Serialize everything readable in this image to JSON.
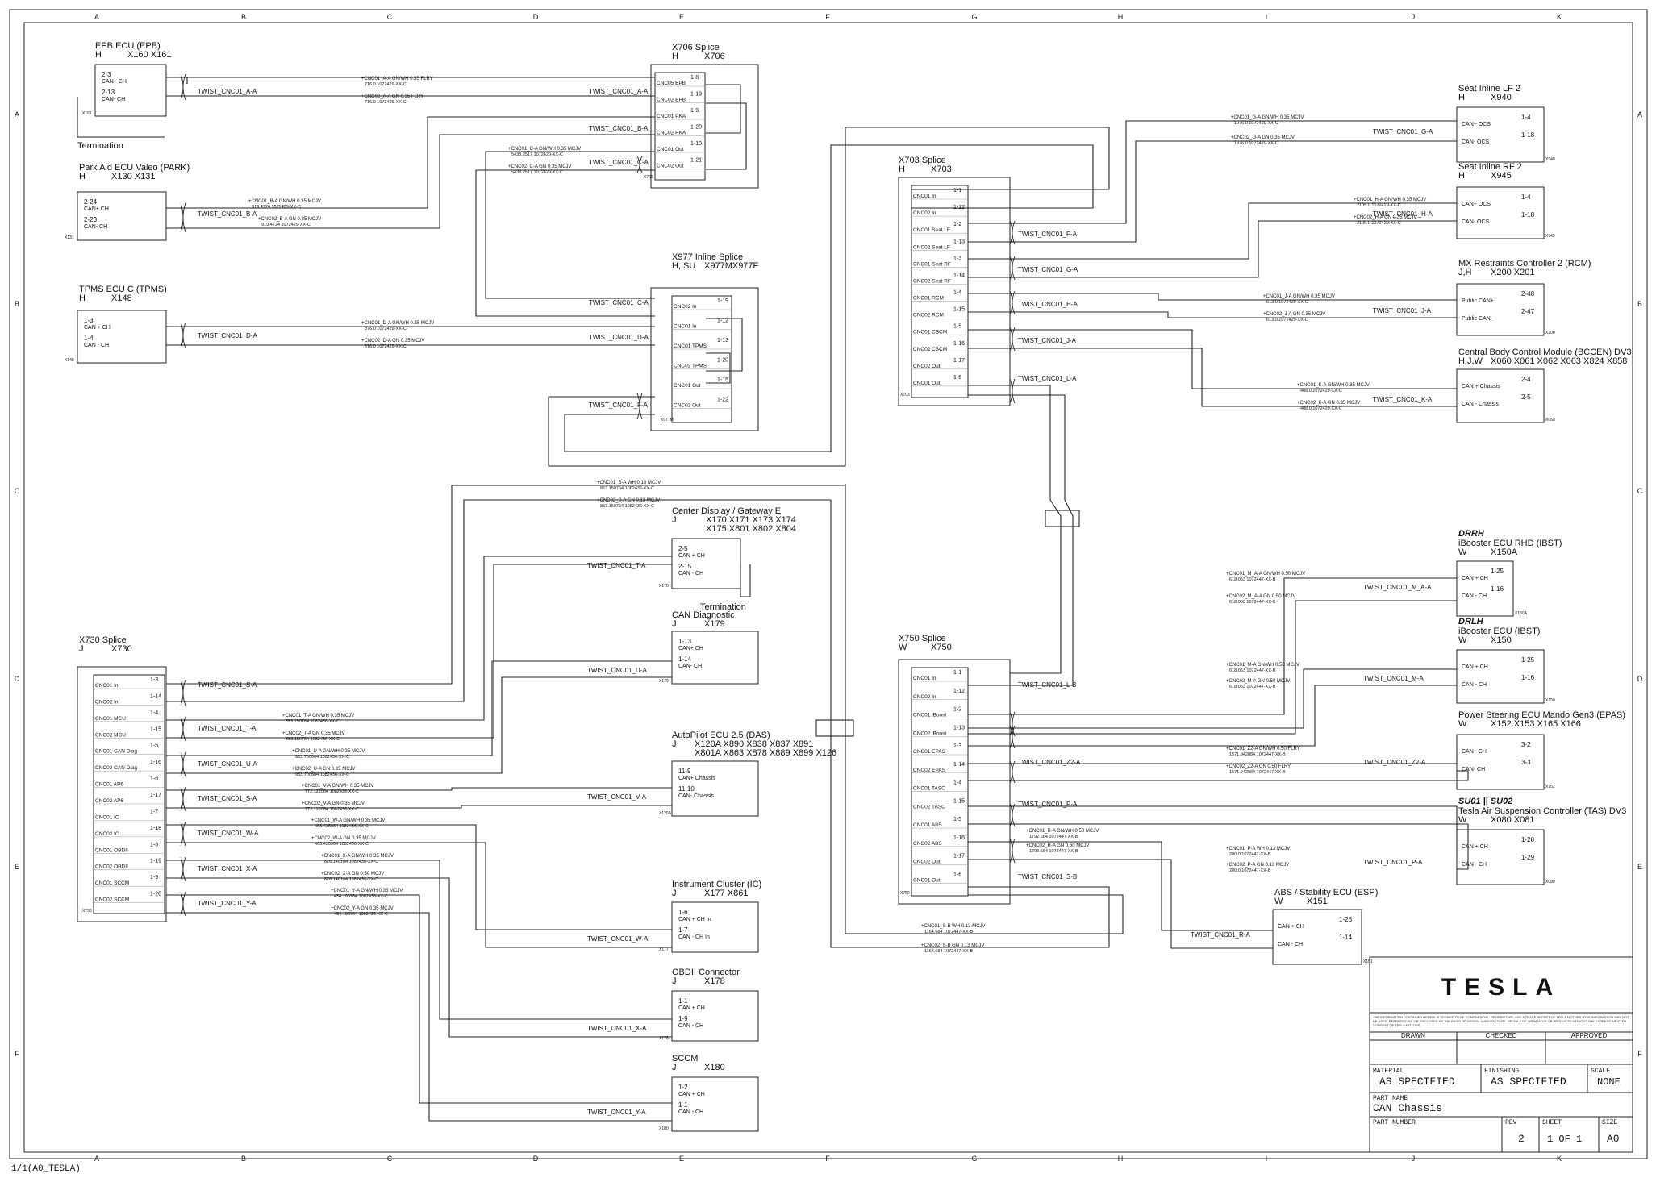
{
  "border": {
    "columns": [
      "A",
      "B",
      "C",
      "D",
      "E",
      "F",
      "G",
      "H",
      "I",
      "J",
      "K"
    ],
    "rows": [
      "A",
      "B",
      "C",
      "D",
      "E",
      "F"
    ],
    "footer_left": "1/1(A0_TESLA)"
  },
  "modules": [
    {
      "title": "EPB ECU (EPB)",
      "prefix": "H",
      "conn": "X160   X161",
      "pins": [
        [
          "2-3",
          "CAN+ CH"
        ],
        [
          "2-13",
          "CAN- CH"
        ]
      ],
      "conn_tag": "X161",
      "twist": "TWIST_CNC01_A-A"
    },
    {
      "title": "Park Aid ECU Valeo (PARK)",
      "prefix": "H",
      "conn": "X130   X131",
      "pins": [
        [
          "2-24",
          "CAN+ CH"
        ],
        [
          "2-23",
          "CAN- CH"
        ]
      ],
      "conn_tag": "X131",
      "twist": "TWIST_CNC01_B-A"
    },
    {
      "title": "TPMS ECU C (TPMS)",
      "prefix": "H",
      "conn": "X148",
      "pins": [
        [
          "1-3",
          "CAN + CH"
        ],
        [
          "1-4",
          "CAN - CH"
        ]
      ],
      "conn_tag": "X148",
      "twist": "TWIST_CNC01_D-A"
    },
    {
      "title": "Center Display / Gateway E",
      "prefix": "J",
      "conn": "X170  X171  X173  X174\nX175  X801  X802  X804",
      "pins": [
        [
          "2-5",
          "CAN + CH"
        ],
        [
          "2-15",
          "CAN - CH"
        ]
      ],
      "conn_tag": "X170",
      "twist": "TWIST_CNC01_T-A"
    },
    {
      "title": "CAN Diagnostic",
      "prefix": "J",
      "conn": "X179",
      "pins": [
        [
          "1-13",
          "CAN+ CH"
        ],
        [
          "1-14",
          "CAN- CH"
        ]
      ],
      "conn_tag": "X179",
      "twist": "TWIST_CNC01_U-A"
    },
    {
      "title": "AutoPilot ECU 2.5 (DAS)",
      "prefix": "J",
      "conn": "X120A X890  X838  X837  X891\nX801A X863  X878  X889  X899  X126",
      "pins": [
        [
          "11-9",
          "CAN+ Chassis"
        ],
        [
          "11-10",
          "CAN- Chassis"
        ]
      ],
      "conn_tag": "X120A",
      "twist": "TWIST_CNC01_V-A"
    },
    {
      "title": "Instrument Cluster (IC)",
      "prefix": "J",
      "conn": "X177   X861",
      "pins": [
        [
          "1-6",
          "CAN + CH In"
        ],
        [
          "1-7",
          "CAN - CH In"
        ]
      ],
      "conn_tag": "X177",
      "twist": "TWIST_CNC01_W-A"
    },
    {
      "title": "OBDII Connector",
      "prefix": "J",
      "conn": "X178",
      "pins": [
        [
          "1-1",
          "CAN + CH"
        ],
        [
          "1-9",
          "CAN - CH"
        ]
      ],
      "conn_tag": "X178",
      "twist": "TWIST_CNC01_X-A"
    },
    {
      "title": "SCCM",
      "prefix": "J",
      "conn": "X180",
      "pins": [
        [
          "1-2",
          "CAN + CH"
        ],
        [
          "1-1",
          "CAN - CH"
        ]
      ],
      "conn_tag": "X180",
      "twist": "TWIST_CNC01_Y-A"
    },
    {
      "title": "Seat Inline LF 2",
      "prefix": "H",
      "conn": "X940",
      "pins": [
        [
          "1-4",
          "CAN+ OCS"
        ],
        [
          "1-18",
          "CAN- OCS"
        ]
      ],
      "conn_tag": "X940",
      "twist": "TWIST_CNC01_G-A"
    },
    {
      "title": "Seat Inline RF 2",
      "prefix": "H",
      "conn": "X945",
      "pins": [
        [
          "1-4",
          "CAN+ OCS"
        ],
        [
          "1-18",
          "CAN- OCS"
        ]
      ],
      "conn_tag": "X945",
      "twist": "TWIST_CNC01_H-A"
    },
    {
      "title": "MX Restraints Controller 2 (RCM)",
      "prefix": "J,H",
      "conn": "X200   X201",
      "pins": [
        [
          "2-48",
          "Public CAN+"
        ],
        [
          "2-47",
          "Public CAN-"
        ]
      ],
      "conn_tag": "X200",
      "twist": "TWIST_CNC01_J-A"
    },
    {
      "title": "Central Body Control Module (BCCEN) DV3",
      "prefix": "H,J,W",
      "conn": "X060  X061  X062  X063  X824  X858",
      "pins": [
        [
          "2-4",
          "CAN + Chassis"
        ],
        [
          "2-5",
          "CAN - Chassis"
        ]
      ],
      "conn_tag": "X060",
      "twist": "TWIST_CNC01_K-A"
    },
    {
      "title": "iBooster ECU RHD (IBST)",
      "tag": "DRRH",
      "prefix": "W",
      "conn": "X150A",
      "pins": [
        [
          "1-25",
          "CAN + CH"
        ],
        [
          "1-16",
          "CAN - CH"
        ]
      ],
      "conn_tag": "X150A",
      "twist": "TWIST_CNC01_M_A-A"
    },
    {
      "title": "iBooster ECU (IBST)",
      "tag": "DRLH",
      "prefix": "W",
      "conn": "X150",
      "pins": [
        [
          "1-25",
          "CAN + CH"
        ],
        [
          "1-16",
          "CAN - CH"
        ]
      ],
      "conn_tag": "X150",
      "twist": "TWIST_CNC01_M-A"
    },
    {
      "title": "Power Steering ECU Mando Gen3 (EPAS)",
      "prefix": "W",
      "conn": "X152  X153  X165  X166",
      "pins": [
        [
          "3-2",
          "CAN+ CH"
        ],
        [
          "3-3",
          "CAN- CH"
        ]
      ],
      "conn_tag": "X152",
      "twist": "TWIST_CNC01_Z2-A"
    },
    {
      "title": "Tesla Air Suspension Controller (TAS) DV3",
      "tag": "SU01 || SU02",
      "prefix": "W",
      "conn": "X080   X081",
      "pins": [
        [
          "1-28",
          "CAN + CH"
        ],
        [
          "1-29",
          "CAN - CH"
        ]
      ],
      "conn_tag": "X080",
      "twist": "TWIST_CNC01_P-A"
    },
    {
      "title": "ABS / Stability ECU (ESP)",
      "prefix": "W",
      "conn": "X151",
      "pins": [
        [
          "1-26",
          "CAN + CH"
        ],
        [
          "1-14",
          "CAN - CH"
        ]
      ],
      "conn_tag": "X151",
      "twist": "TWIST_CNC01_R-A"
    }
  ],
  "splices": [
    {
      "title": "X706 Splice",
      "prefix": "H",
      "conn": "X706",
      "pins": [
        [
          "1-8",
          "CNC05 EPB"
        ],
        [
          "1-19",
          "CNC02 EPB"
        ],
        [
          "1-9",
          "CNC01 PKA"
        ],
        [
          "1-20",
          "CNC02 PKA"
        ],
        [
          "1-10",
          "CNC01 Out"
        ],
        [
          "1-21",
          "CNC02 Out"
        ]
      ],
      "conn_tag": "X706"
    },
    {
      "title": "X977 Inline Splice",
      "prefix": "H, SU",
      "conn": "X977MX977F",
      "pins": [
        [
          "1-19",
          "CNC02 In"
        ],
        [
          "1-12",
          "CNC01 In"
        ],
        [
          "1-13",
          "CNC01 TPMS"
        ],
        [
          "1-20",
          "CNC02 TPMS"
        ],
        [
          "1-15",
          "CNC01 Out"
        ],
        [
          "1-22",
          "CNC02 Out"
        ]
      ],
      "conn_tag": "X977M"
    },
    {
      "title": "X703 Splice",
      "prefix": "H",
      "conn": "X703",
      "pins": [
        [
          "1-1",
          "CNC01 In"
        ],
        [
          "1-12",
          "CNC02 In"
        ],
        [
          "1-2",
          "CNC01 Seat LF"
        ],
        [
          "1-13",
          "CNC02 Seat LF"
        ],
        [
          "1-3",
          "CNC01 Seat RF"
        ],
        [
          "1-14",
          "CNC02 Seat RF"
        ],
        [
          "1-4",
          "CNC01 RCM"
        ],
        [
          "1-15",
          "CNC02 RCM"
        ],
        [
          "1-5",
          "CNC01 CBCM"
        ],
        [
          "1-16",
          "CNC02 CBCM"
        ],
        [
          "1-17",
          "CNC02 Out"
        ],
        [
          "1-6",
          "CNC01 Out"
        ]
      ],
      "conn_tag": "X703"
    },
    {
      "title": "X730 Splice",
      "prefix": "J",
      "conn": "X730",
      "pins": [
        [
          "1-3",
          "CNC01 In"
        ],
        [
          "1-14",
          "CNC02 In"
        ],
        [
          "1-4",
          "CNC01 MCU"
        ],
        [
          "1-15",
          "CNC02 MCU"
        ],
        [
          "1-5",
          "CNC01 CAN Diag"
        ],
        [
          "1-16",
          "CNC02 CAN Diag"
        ],
        [
          "1-6",
          "CNC01 AP6"
        ],
        [
          "1-17",
          "CNC02 AP6"
        ],
        [
          "1-7",
          "CNC01 IC"
        ],
        [
          "1-18",
          "CNC02 IC"
        ],
        [
          "1-8",
          "CNC01 OBDII"
        ],
        [
          "1-19",
          "CNC02 OBDII"
        ],
        [
          "1-9",
          "CNC01 SCCM"
        ],
        [
          "1-20",
          "CNC02 SCCM"
        ]
      ],
      "conn_tag": "X730"
    },
    {
      "title": "X750 Splice",
      "prefix": "W",
      "conn": "X750",
      "pins": [
        [
          "1-1",
          "CNC01 In"
        ],
        [
          "1-12",
          "CNC02 In"
        ],
        [
          "1-2",
          "CNC01 iBoost"
        ],
        [
          "1-13",
          "CNC02 iBoost"
        ],
        [
          "1-3",
          "CNC01 EPAS"
        ],
        [
          "1-14",
          "CNC02 EPAS"
        ],
        [
          "1-4",
          "CNC01 TASC"
        ],
        [
          "1-15",
          "CNC02 TASC"
        ],
        [
          "1-5",
          "CNC01 ABS"
        ],
        [
          "1-16",
          "CNC02 ABS"
        ],
        [
          "1-17",
          "CNC02 Out"
        ],
        [
          "1-6",
          "CNC01 Out"
        ]
      ],
      "conn_tag": "X750"
    }
  ],
  "twists": {
    "C_A": "TWIST_CNC01_C-A",
    "C_A2": "TWIST_CNC01_C-A",
    "D_A2": "TWIST_CNC01_D-A",
    "F_A": "TWIST_CNC01_F-A",
    "F_A2": "TWIST_CNC01_F-A",
    "G_A2": "TWIST_CNC01_G-A",
    "H_A2": "TWIST_CNC01_H-A",
    "J_A2": "TWIST_CNC01_J-A",
    "K_A2": "TWIST_CNC01_K-A",
    "L_A": "TWIST_CNC01_L-A",
    "L_B": "TWIST_CNC01_L-B",
    "Z2_A2": "TWIST_CNC01_Z2-A",
    "P_A2": "TWIST_CNC01_P-A",
    "R_A2": "TWIST_CNC01_R-A",
    "S_A": "TWIST_CNC01_S-A",
    "S_B": "TWIST_CNC01_S-B",
    "T_A2": "TWIST_CNC01_T-A",
    "U_A2": "TWIST_CNC01_U-A",
    "V_A2": "TWIST_CNC01_V-A",
    "W_A2": "TWIST_CNC01_W-A",
    "X_A2": "TWIST_CNC01_X-A",
    "Y_A2": "TWIST_CNC01_Y-A",
    "A_A2": "TWIST_CNC01_A-A",
    "B_A2": "TWIST_CNC01_B-A"
  },
  "wire_labels": {
    "a1": "+CNC01_A-A   GN/WH   0.35   FLRY",
    "a1b": "716.0    1072429-XX-C",
    "a2": "+CNC02_A-A   GN   0.35   FLRY",
    "a2b": "716.0    1072429-XX-C",
    "b1": "+CNC01_B-A   GN/WH   0.35   MCJV",
    "b1b": "919.4724   1072429-XX-C",
    "b2": "+CNC02_B-A   GN   0.35   MCJV",
    "b2b": "919.4724   1072429-XX-C",
    "c1": "+CNC01_C-A   GN/WH   0.35   MCJV",
    "c1b": "5438.2517   1072429-XX-C",
    "c2": "+CNC02_C-A   GN   0.35   MCJV",
    "c2b": "5438.2517   1072429-XX-C",
    "d1": "+CNC01_D-A   GN/WH   0.35   MCJV",
    "d1b": "876.0   1072429-XX-C",
    "d2": "+CNC02_D-A   GN   0.35   MCJV",
    "d2b": "876.0   1072429-XX-C",
    "g1": "+CNC01_G-A   GN/WH   0.35   MCJV",
    "g1b": "1976.0   1072429-XX-C",
    "g2": "+CNC02_G-A   GN   0.35   MCJV",
    "g2b": "1976.0   1072429-XX-C",
    "h1": "+CNC01_H-A   GN/WH   0.35   MCJV",
    "h1b": "2105.0   1072429-XX-C",
    "h2": "+CNC02_H-A   GN   0.35   MCJV",
    "h2b": "2105.0   1072429-XX-C",
    "j1": "+CNC01_J-A   GN/WH   0.35   MCJV",
    "j1b": "613.0   1072429-XX-C",
    "j2": "+CNC02_J-A   GN   0.35   MCJV",
    "j2b": "613.0   1072429-XX-C",
    "k1": "+CNC01_K-A   GN/WH   0.35   MCJV",
    "k1b": "408.0   1072429-XX-C",
    "k2": "+CNC02_K-A   GN   0.35   MCJV",
    "k2b": "408.0   1072429-XX-C",
    "s1": "+CNC01_S-A   WH   0.13   MCJV",
    "s1b": "863.150764   1082436-XX-C",
    "s2": "+CNC02_S-A   GN   0.13   MCJV",
    "s2b": "863.150764   1082436-XX-C",
    "t1": "+CNC01_T-A   GN/WH   0.35   MCJV",
    "t1b": "553.150764   1082436-XX-C",
    "t2": "+CNC02_T-A   GN   0.35   MCJV",
    "t2b": "553.150764   1082436-XX-C",
    "u1": "+CNC01_U-A   GN/WH   0.35   MCJV",
    "u1b": "953.700664   1082436-XX-C",
    "u2": "+CNC02_U-A   GN   0.35   MCJV",
    "u2b": "953.700664   1082436-XX-C",
    "v1": "+CNC01_V-A   GN/WH   0.35   MCJV",
    "v1b": "772.122064   1082436-XX-C",
    "v2": "+CNC02_V-A   GN   0.35   MCJV",
    "v2b": "772.122064   1082436-XX-C",
    "w1": "+CNC01_W-A   GN/WH   0.35   MCJV",
    "w1b": "463.435064   1082436-XX-C",
    "w2": "+CNC02_W-A   GN   0.35   MCJV",
    "w2b": "463.435064   1082436-XX-C",
    "x1": "+CNC01_X-A   GN/WH   0.35   MCJV",
    "x1b": "826.140164   1082436-XX-C",
    "x2": "+CNC02_X-A   GN   0.50   MCJV",
    "x2b": "826.140164   1082436-XX-C",
    "y1": "+CNC01_Y-A   GN/WH   0.35   MCJV",
    "y1b": "454.190764   1082436-XX-C",
    "y2": "+CNC02_Y-A   GN   0.35   MCJV",
    "y2b": "454.190764   1082436-XX-C",
    "ma1": "+CNC01_M_A-A   GN/WH   0.50   MCJV",
    "ma1b": "618.053   1072447-XX-B",
    "ma2": "+CNC02_M_A-A   GN   0.50   MCJV",
    "ma2b": "618.053   1072447-XX-B",
    "m1": "+CNC01_M-A   GN/WH   0.50   MCJV",
    "m1b": "618.053   1072447-XX-B",
    "m2": "+CNC02_M-A   GN   0.50   MCJV",
    "m2b": "618.053   1072447-XX-B",
    "z1": "+CNC01_Z2-A   GN/WH   0.50   FLRY",
    "z1b": "1571.942884   1072447-XX-B",
    "z2": "+CNC02_Z2-A   GN   0.50   FLRY",
    "z2b": "1571.942884   1072447-XX-B",
    "p1": "+CNC01_P-A   WH   0.13   MCJV",
    "p1b": "280.0   1072447-XX-B",
    "p2": "+CNC02_P-A   GN   0.13   MCJV",
    "p2b": "280.0   1072447-XX-B",
    "r1": "+CNC01_R-A   GN/WH   0.50   MCJV",
    "r1b": "1792.684   1072447-XX-B",
    "r2": "+CNC02_R-A   GN   0.50   MCJV",
    "r2b": "1792.684   1072447-XX-B",
    "sb1": "+CNC01_S-B   WH   0.13   MCJV",
    "sb1b": "1164.684   1072447-XX-B",
    "sb2": "+CNC02_S-B   GN   0.13   MCJV",
    "sb2b": "1164.684   1072447-XX-B"
  },
  "annotations": {
    "termination_1": "Termination",
    "termination_2": "Termination",
    "drrh": "DRRH",
    "drlh": "DRLH",
    "su": "SU01 || SU02"
  },
  "title_block": {
    "logo": "TESLA",
    "notice": "THE INFORMATION CONTAINED HEREIN IS DEEMED TO BE CONFIDENTIAL, PROPRIETARY, AND A TRADE SECRET OF TESLA MOTORS. THIS INFORMATION MAY NOT BE USED, REPRODUCED, OR DISCLOSED AS THE BASIS OF DESIGN, MANUFACTURE, OR SALE OF APPARATUS OR PRODUCTS WITHOUT THE EXPRESS WRITTEN CONSENT OF TESLA MOTORS.",
    "drawn": "DRAWN",
    "checked": "CHECKED",
    "approved": "APPROVED",
    "material_label": "MATERIAL",
    "material": "AS SPECIFIED",
    "finishing_label": "FINISHING",
    "finishing": "AS SPECIFIED",
    "scale_label": "SCALE",
    "scale": "NONE",
    "part_name_label": "PART NAME",
    "part_name": "CAN Chassis",
    "part_number_label": "PART NUMBER",
    "rev_label": "REV",
    "rev": "2",
    "sheet_label": "SHEET",
    "sheet": "1 OF 1",
    "size_label": "SIZE",
    "size": "A0"
  }
}
